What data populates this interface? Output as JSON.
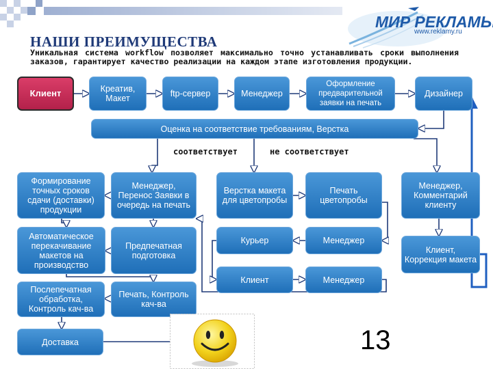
{
  "header": {
    "title": "НАШИ ПРЕИМУЩЕСТВА",
    "subtitle": "Уникальная система workflow позволяет максимально точно устанавливать сроки выполнения заказов, гарантирует качество реализации на каждом этапе изготовления продукции."
  },
  "logo": {
    "name": "МИР РЕКЛАМЫ",
    "url": "www.reklamy.ru"
  },
  "colors": {
    "box": "#2f80c8",
    "client": "#c52d55",
    "wire": "#1f3a78",
    "arrowhead": "#ffffff"
  },
  "boxes": {
    "client": "Клиент",
    "creative": "Креатив, Макет",
    "ftp": "ftp-сервер",
    "manager1": "Менеджер",
    "preapp": "Оформление предварительной заявки на печать",
    "designer": "Дизайнер",
    "evaluation": "Оценка на соответствие требованиям, Верстка",
    "deadlines": "Формирование точных сроков сдачи (доставки) продукции",
    "transfer": "Менеджер, Перенос Заявки в очередь на печать",
    "layout_proof": "Верстка макета для цветопробы",
    "print_proof": "Печать цветопробы",
    "mgr_comment": "Менеджер, Комментарий клиенту",
    "auto_transfer": "Автоматическое перекачивание макетов на производство",
    "prepress": "Предпечатная подготовка",
    "courier": "Курьер",
    "manager2": "Менеджер",
    "client_corr": "Клиент, Коррекция макета",
    "client2": "Клиент",
    "manager3": "Менеджер",
    "postpress": "Послепечатная обработка, Контроль кач-ва",
    "printing": "Печать, Контроль кач-ва",
    "delivery": "Доставка"
  },
  "labels": {
    "ok": "соответствует",
    "not_ok": "не соответствует"
  },
  "page_number": "13",
  "icons": {
    "smiley": "smiley-face-icon",
    "logo_swoosh": "comet-swoosh-icon"
  }
}
